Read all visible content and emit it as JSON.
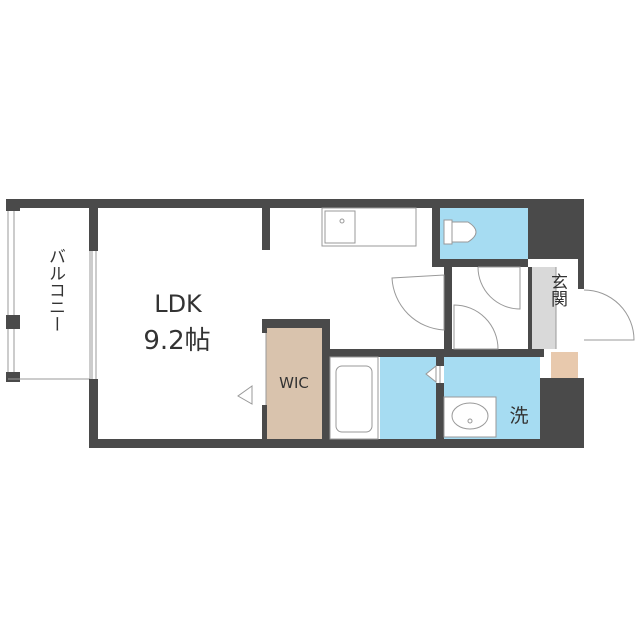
{
  "floor_plan": {
    "rooms": {
      "ldk": {
        "name": "LDK",
        "size": "9.2帖"
      },
      "balcony": {
        "name": "バルコニー"
      },
      "wic": {
        "name": "WIC"
      },
      "entrance": {
        "name": "玄関"
      },
      "washroom": {
        "name": "洗"
      }
    },
    "colors": {
      "wall": "#4a4a4a",
      "wet_area": "#a6dcf2",
      "storage": "#d9c3ad",
      "entrance_floor": "#d9d9d9",
      "shoe_box": "#e8c9ad",
      "fixture_line": "#999999"
    }
  }
}
